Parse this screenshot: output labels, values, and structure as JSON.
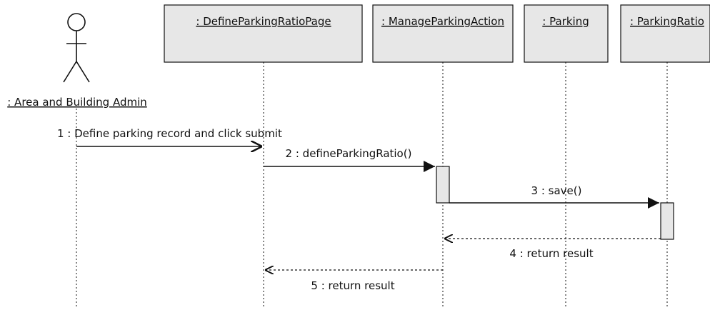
{
  "diagram": {
    "actor": {
      "label": ": Area and Building Admin"
    },
    "objects": [
      {
        "label": ": DefineParkingRatioPage"
      },
      {
        "label": ": ManageParkingAction"
      },
      {
        "label": ": Parking"
      },
      {
        "label": ": ParkingRatio"
      }
    ],
    "messages": [
      {
        "label": "1 : Define parking record and click submit"
      },
      {
        "label": "2 : defineParkingRatio()"
      },
      {
        "label": "3 : save()"
      },
      {
        "label": "4 : return result"
      },
      {
        "label": "5 : return result"
      }
    ]
  }
}
